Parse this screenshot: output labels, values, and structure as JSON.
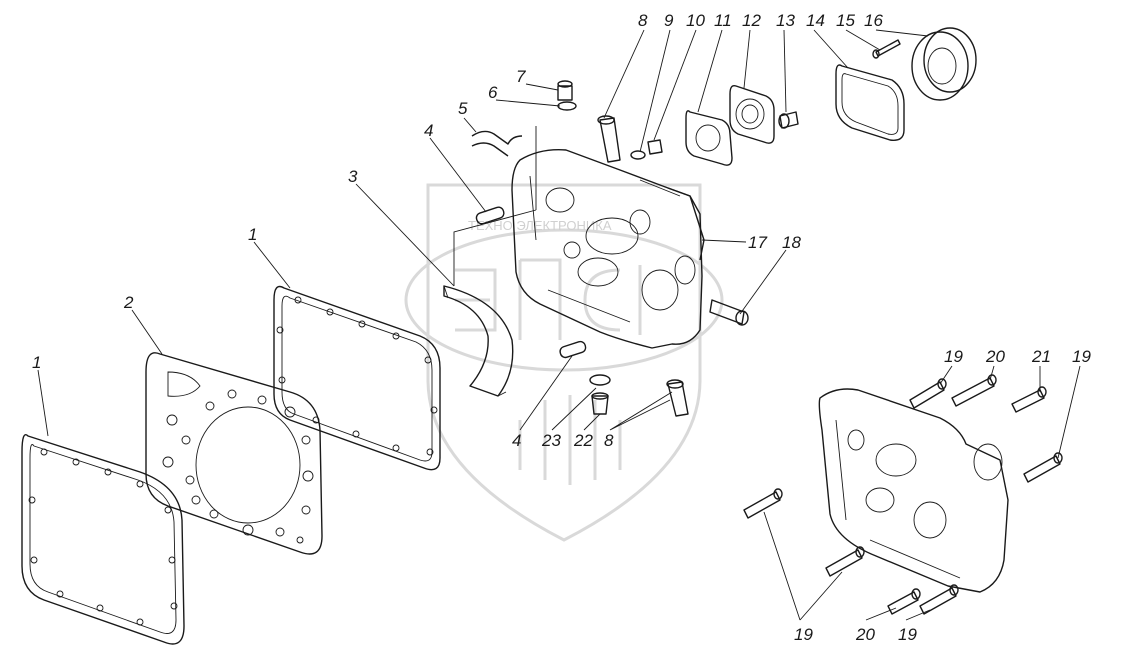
{
  "watermark": {
    "logo_text": "ТЕХНО ЭЛЕКТРОНИКА"
  },
  "callouts": [
    "1",
    "2",
    "1",
    "3",
    "4",
    "5",
    "6",
    "7",
    "8",
    "9",
    "10",
    "11",
    "12",
    "13",
    "14",
    "15",
    "16",
    "17",
    "18",
    "4",
    "23",
    "22",
    "8",
    "19",
    "20",
    "21",
    "19",
    "19",
    "20",
    "19"
  ]
}
